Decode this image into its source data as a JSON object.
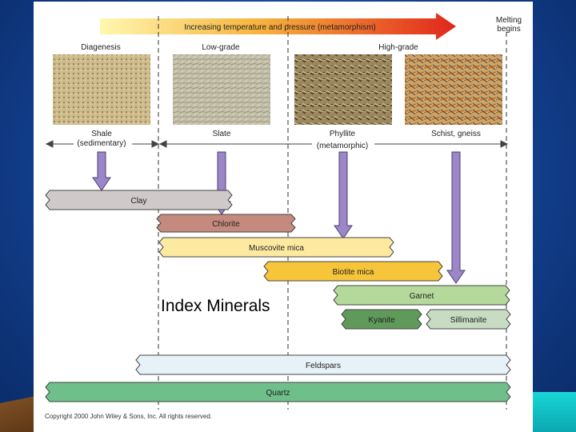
{
  "header": {
    "arrow_label": "Increasing temperature and pressure (metamorphism)",
    "melting_label": "Melting\nbegins"
  },
  "stages": [
    {
      "label": "Diagenesis",
      "rock": "Shale",
      "rock_sub": "(sedimentary)",
      "color": "#c9b98e"
    },
    {
      "label": "Low-grade",
      "rock": "Slate",
      "rock_sub": "",
      "color": "#b8b39c"
    },
    {
      "label": "High-grade",
      "rock": "Phyllite",
      "rock_sub": "(metamorphic)",
      "color": "#8f7a52"
    },
    {
      "label": "",
      "rock": "Schist, gneiss",
      "rock_sub": "",
      "color": "#b8894a"
    }
  ],
  "minerals": [
    {
      "name": "Clay",
      "color": "#cfc9c9"
    },
    {
      "name": "Chlorite",
      "color": "#c58a7e"
    },
    {
      "name": "Muscovite mica",
      "color": "#fdeaa0"
    },
    {
      "name": "Biotite mica",
      "color": "#f7c53a"
    },
    {
      "name": "Garnet",
      "color": "#b4d99b"
    },
    {
      "name": "Kyanite",
      "color": "#5f9a5a"
    },
    {
      "name": "Sillimanite",
      "color": "#c7dcc2"
    },
    {
      "name": "Feldspars",
      "color": "#e6f1f8"
    },
    {
      "name": "Quartz",
      "color": "#6fbf8a"
    }
  ],
  "overlay_title": "Index Minerals",
  "copyright": "Copyright 2000 John Wiley & Sons, Inc. All rights reserved."
}
